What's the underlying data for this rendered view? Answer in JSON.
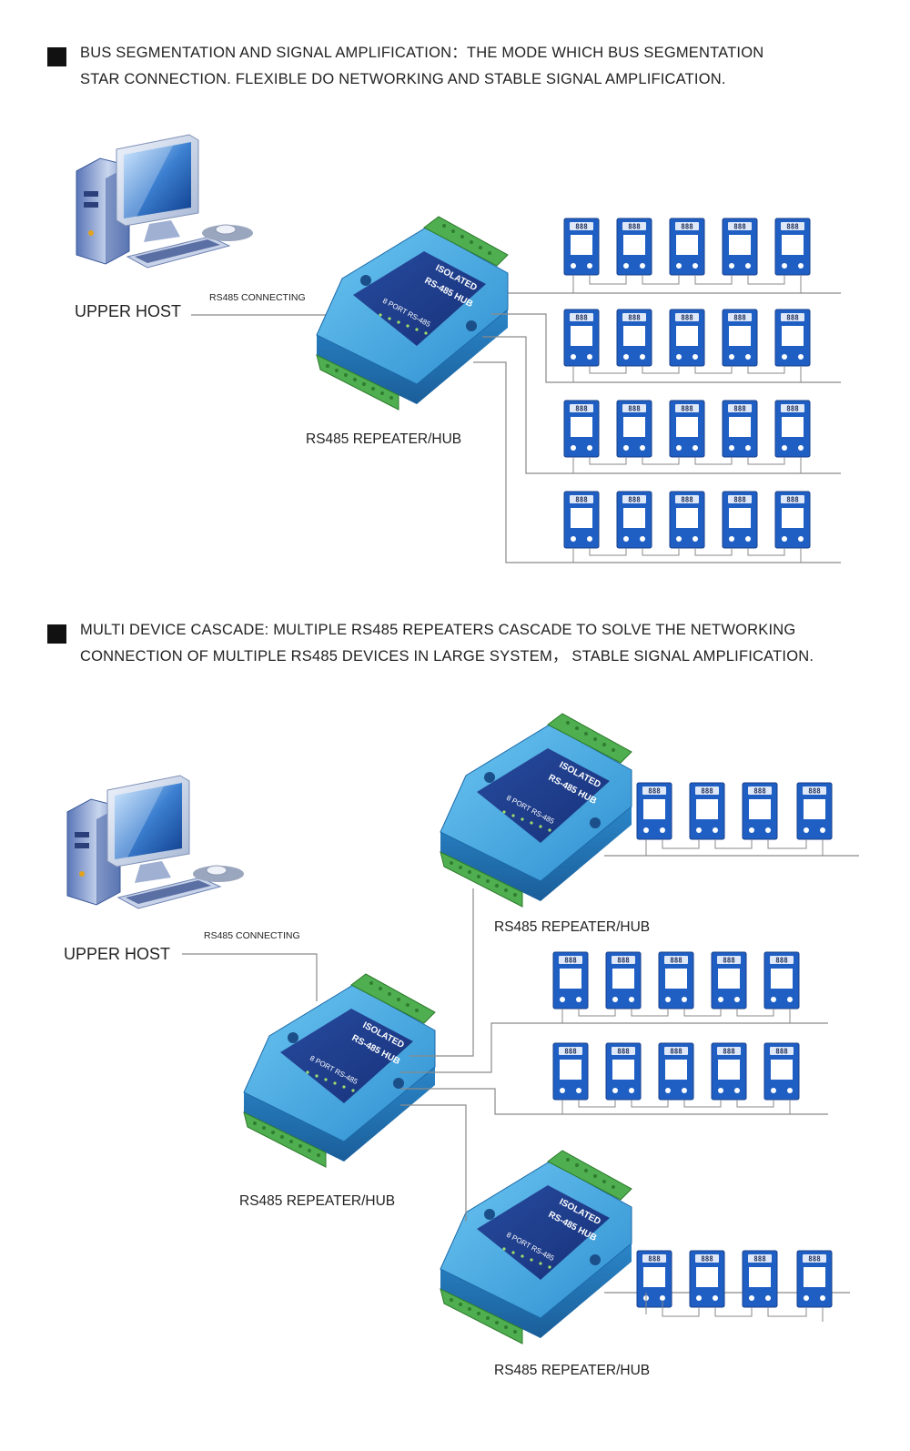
{
  "sections": [
    {
      "heading_line1": "BUS SEGMENTATION AND SIGNAL AMPLIFICATION：THE MODE WHICH BUS SEGMENTATION",
      "heading_line2": "STAR CONNECTION. FLEXIBLE DO NETWORKING AND STABLE SIGNAL AMPLIFICATION.",
      "host_label": "UPPER HOST",
      "connection_label": "RS485 CONNECTING",
      "hub_label": "RS485 REPEATER/HUB"
    },
    {
      "heading_line1": "MULTI DEVICE CASCADE: MULTIPLE RS485 REPEATERS CASCADE TO SOLVE THE NETWORKING",
      "heading_line2": "CONNECTION OF MULTIPLE RS485 DEVICES IN LARGE SYSTEM， STABLE SIGNAL AMPLIFICATION.",
      "host_label": "UPPER HOST",
      "connection_label": "RS485 CONNECTING",
      "hub_label_main": "RS485 REPEATER/HUB",
      "hub_label_top": "RS485 REPEATER/HUB",
      "hub_label_bottom": "RS485 REPEATER/HUB"
    }
  ],
  "device_text": {
    "brand_line1": "ISOLATED",
    "brand_line2": "RS-485 HUB",
    "port_label": "8 PORT RS-485",
    "meter_display": "888"
  },
  "colors": {
    "hub_blue": "#3aa3dd",
    "hub_dark": "#1f6fb0",
    "terminal_green": "#4fae4f",
    "device_blue": "#1f5fc4",
    "line_gray": "#8a8a8a"
  }
}
